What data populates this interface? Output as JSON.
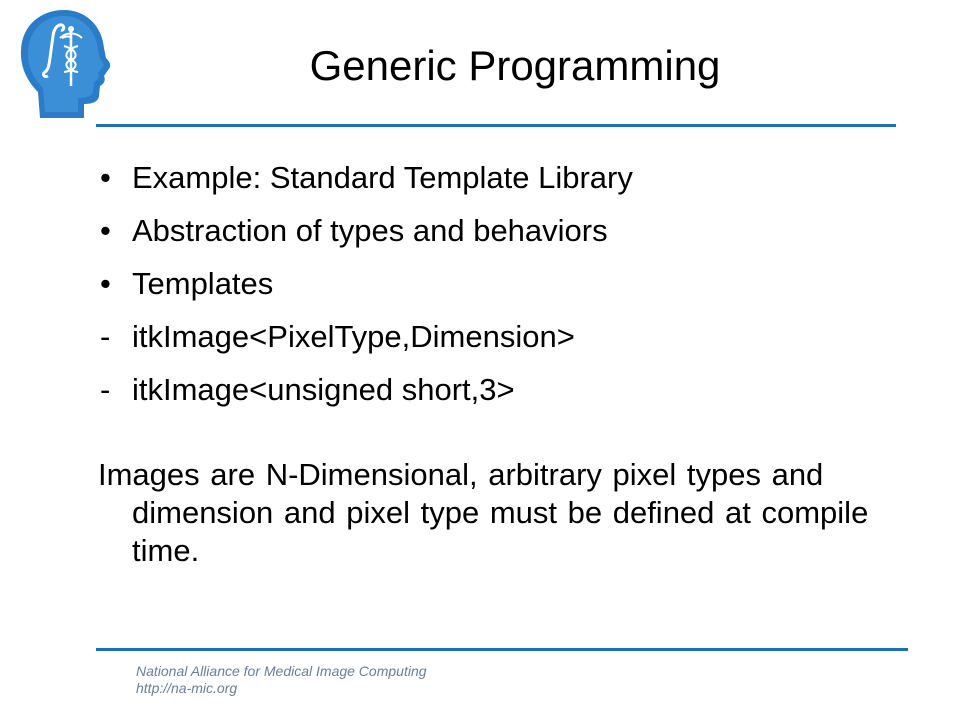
{
  "colors": {
    "accent": "#1f6fb5",
    "footer_text": "#6a7f99",
    "logo_fill": "#2b7cc8"
  },
  "logo": {
    "icon": "na-mic-head-logo"
  },
  "slide": {
    "title": "Generic Programming",
    "bullets": [
      {
        "marker": "•",
        "text": "Example: Standard Template Library"
      },
      {
        "marker": "•",
        "text": "Abstraction of types and behaviors"
      },
      {
        "marker": "•",
        "text": "Templates"
      },
      {
        "marker": "-",
        "text": "itkImage<PixelType,Dimension>"
      },
      {
        "marker": "-",
        "text": "itkImage<unsigned short,3>"
      }
    ],
    "paragraph": "Images are N-Dimensional, arbitrary pixel types and dimension and pixel type must be defined at compile time."
  },
  "footer": {
    "org": "National Alliance for Medical Image Computing",
    "url": "http://na-mic.org"
  }
}
